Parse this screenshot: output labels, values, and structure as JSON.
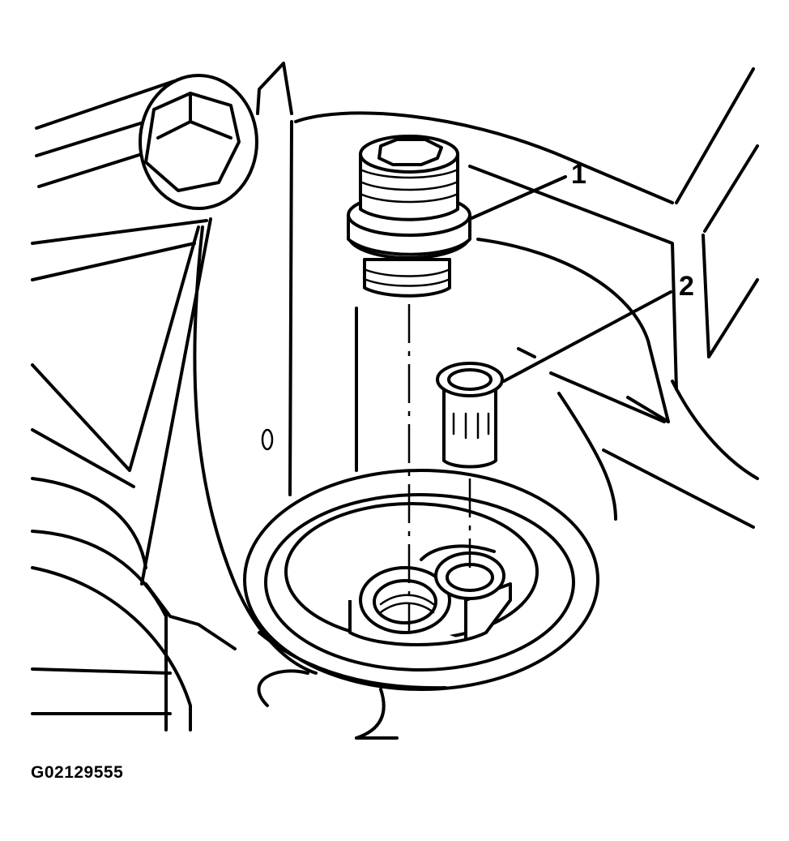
{
  "callouts": {
    "item_1": "1",
    "item_2": "2"
  },
  "figure_id": "G02129555",
  "colors": {
    "line": "#000000",
    "background": "#ffffff"
  }
}
